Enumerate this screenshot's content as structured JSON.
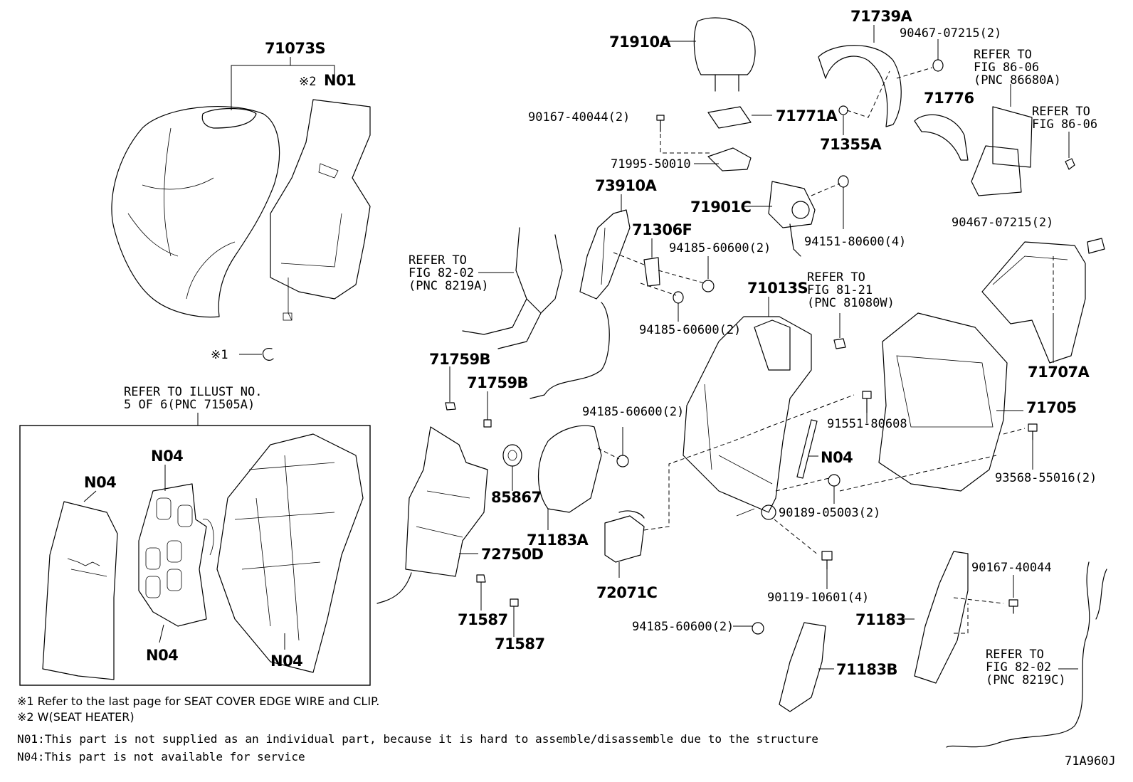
{
  "diagram_code": "71A960J",
  "parts": {
    "p71073S": "71073S",
    "pN01": "N01",
    "mark2_N01": "※2",
    "mark1": "※1",
    "p71910A": "71910A",
    "p90167_40044_2": "90167-40044(2)",
    "p71771A": "71771A",
    "p71995_50010": "71995-50010",
    "p73910A": "73910A",
    "p71739A": "71739A",
    "p90467_07215_2_top": "90467-07215(2)",
    "p71355A": "71355A",
    "p71776": "71776",
    "p71901C": "71901C",
    "p94151_80600_4": "94151-80600(4)",
    "p71306F": "71306F",
    "p94185_60600_2_a": "94185-60600(2)",
    "p94185_60600_2_b": "94185-60600(2)",
    "p94185_60600_2_c": "94185-60600(2)",
    "p94185_60600_2_d": "94185-60600(2)",
    "p90467_07215_2_mid": "90467-07215(2)",
    "p71013S": "71013S",
    "p71707A": "71707A",
    "p71705": "71705",
    "p71759B_a": "71759B",
    "p71759B_b": "71759B",
    "p91551_80608": "91551-80608",
    "pN04_frame": "N04",
    "p93568_55016_2": "93568-55016(2)",
    "p90189_05003_2": "90189-05003(2)",
    "p85867": "85867",
    "p71183A": "71183A",
    "p72750D": "72750D",
    "p72071C": "72071C",
    "p90119_10601_4": "90119-10601(4)",
    "p90167_40044": "90167-40044",
    "p71183": "71183",
    "p71587_a": "71587",
    "p71587_b": "71587",
    "p71183B": "71183B",
    "box_N04_a": "N04",
    "box_N04_b": "N04",
    "box_N04_c": "N04",
    "box_N04_d": "N04"
  },
  "refs": {
    "fig86_06_a": [
      "REFER TO",
      "FIG 86-06",
      "(PNC 86680A)"
    ],
    "fig86_06_b": [
      "REFER TO",
      "FIG 86-06"
    ],
    "fig82_02_a": [
      "REFER TO",
      "FIG 82-02",
      "(PNC 8219A)"
    ],
    "fig81_21": [
      "REFER TO",
      "FIG 81-21",
      "(PNC 81080W)"
    ],
    "fig82_02_b": [
      "REFER TO",
      "FIG 82-02",
      "(PNC 8219C)"
    ],
    "illust": [
      "REFER TO ILLUST NO.",
      "5 OF 6(PNC 71505A)"
    ]
  },
  "notes": {
    "n1": "※1 Refer to the last page for SEAT COVER EDGE WIRE and CLIP.",
    "n2": "※2 W(SEAT HEATER)",
    "n3": "N01:This part is not supplied as an individual part, because it is hard to assemble/disassemble due to the structure",
    "n4": "N04:This part is not available for service"
  }
}
